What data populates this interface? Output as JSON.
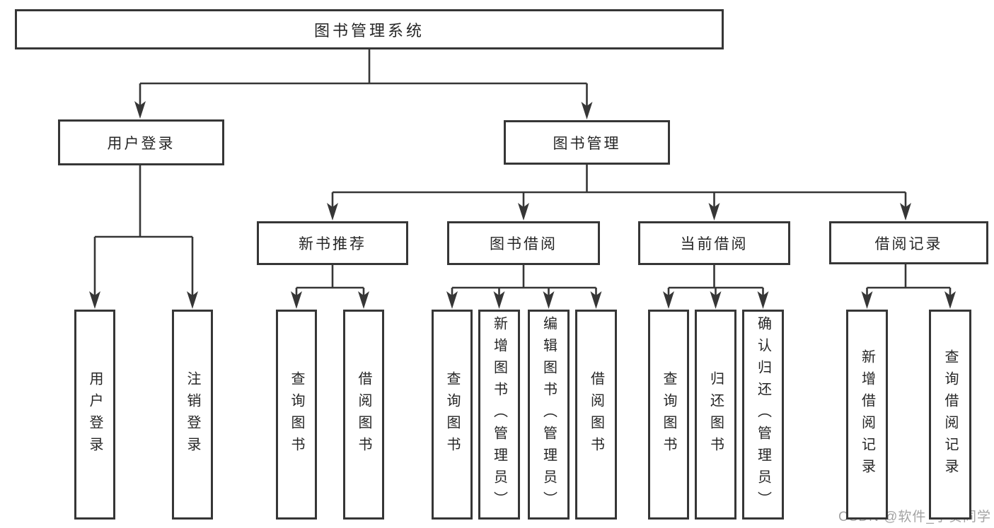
{
  "diagram": {
    "root": {
      "label": "图书管理系统",
      "children": [
        {
          "label": "用户登录",
          "children": [
            {
              "label": "用户登录"
            },
            {
              "label": "注销登录"
            }
          ]
        },
        {
          "label": "图书管理",
          "children": [
            {
              "label": "新书推荐",
              "children": [
                {
                  "label": "查询图书"
                },
                {
                  "label": "借阅图书"
                }
              ]
            },
            {
              "label": "图书借阅",
              "children": [
                {
                  "label": "查询图书"
                },
                {
                  "label": "新增图书（管理员）"
                },
                {
                  "label": "编辑图书（管理员）"
                },
                {
                  "label": "借阅图书"
                }
              ]
            },
            {
              "label": "当前借阅",
              "children": [
                {
                  "label": "查询图书"
                },
                {
                  "label": "归还图书"
                },
                {
                  "label": "确认归还（管理员）"
                }
              ]
            },
            {
              "label": "借阅记录",
              "children": [
                {
                  "label": "新增借阅记录"
                },
                {
                  "label": "查询借阅记录"
                }
              ]
            }
          ]
        }
      ]
    }
  },
  "watermark": {
    "text": "CSDN @软件_小贺同学"
  },
  "colors": {
    "line": "#363636",
    "box_border": "#363636",
    "text": "#262626",
    "watermark": "#a3a3a3",
    "background": "#ffffff"
  }
}
